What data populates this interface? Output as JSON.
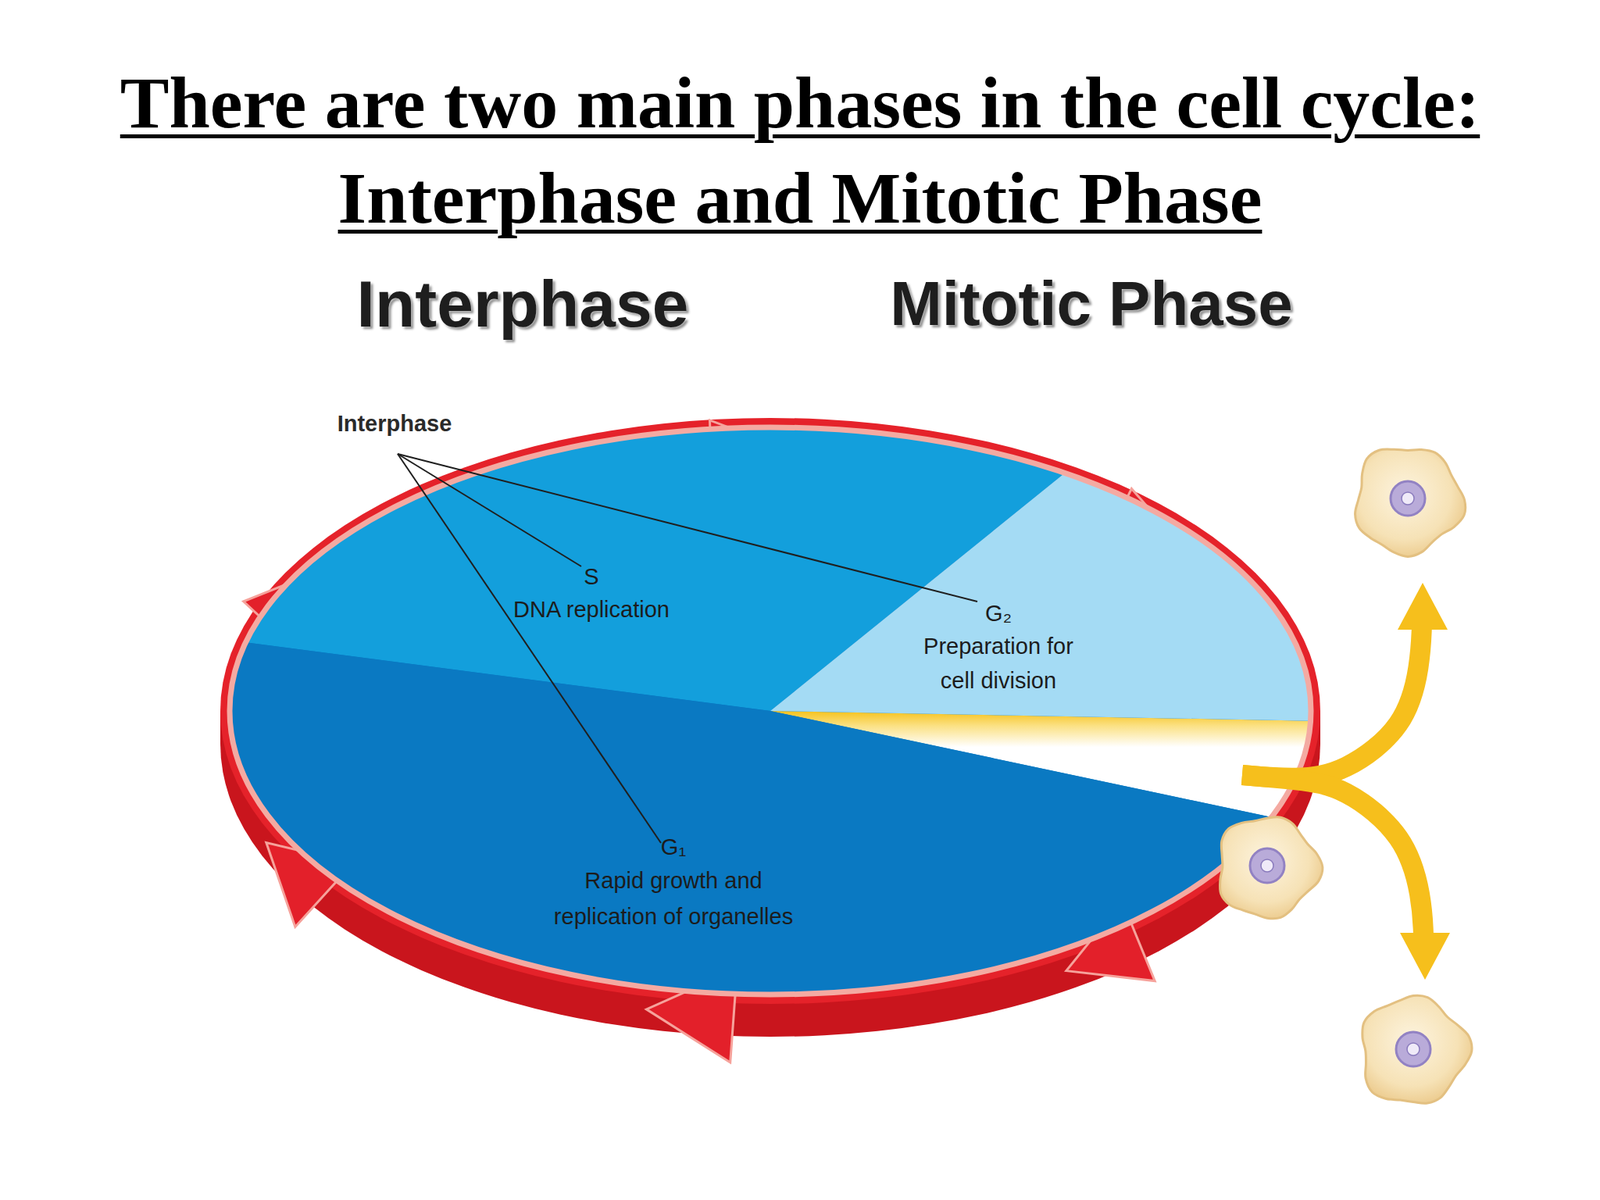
{
  "diagram": {
    "title": "There are two main phases in the cell cycle: Interphase and Mitotic Phase",
    "nodes": [
      {
        "text": [
          "S",
          "DNA replication"
        ]
      },
      {
        "text": [
          "G₂",
          "Preparation for cell division"
        ]
      },
      {
        "text": [
          "G₁",
          "Rapid growth and replication of organelles"
        ]
      }
    ],
    "labels": [
      "Interphase",
      "Mitotic Phase",
      "Interphase"
    ]
  }
}
